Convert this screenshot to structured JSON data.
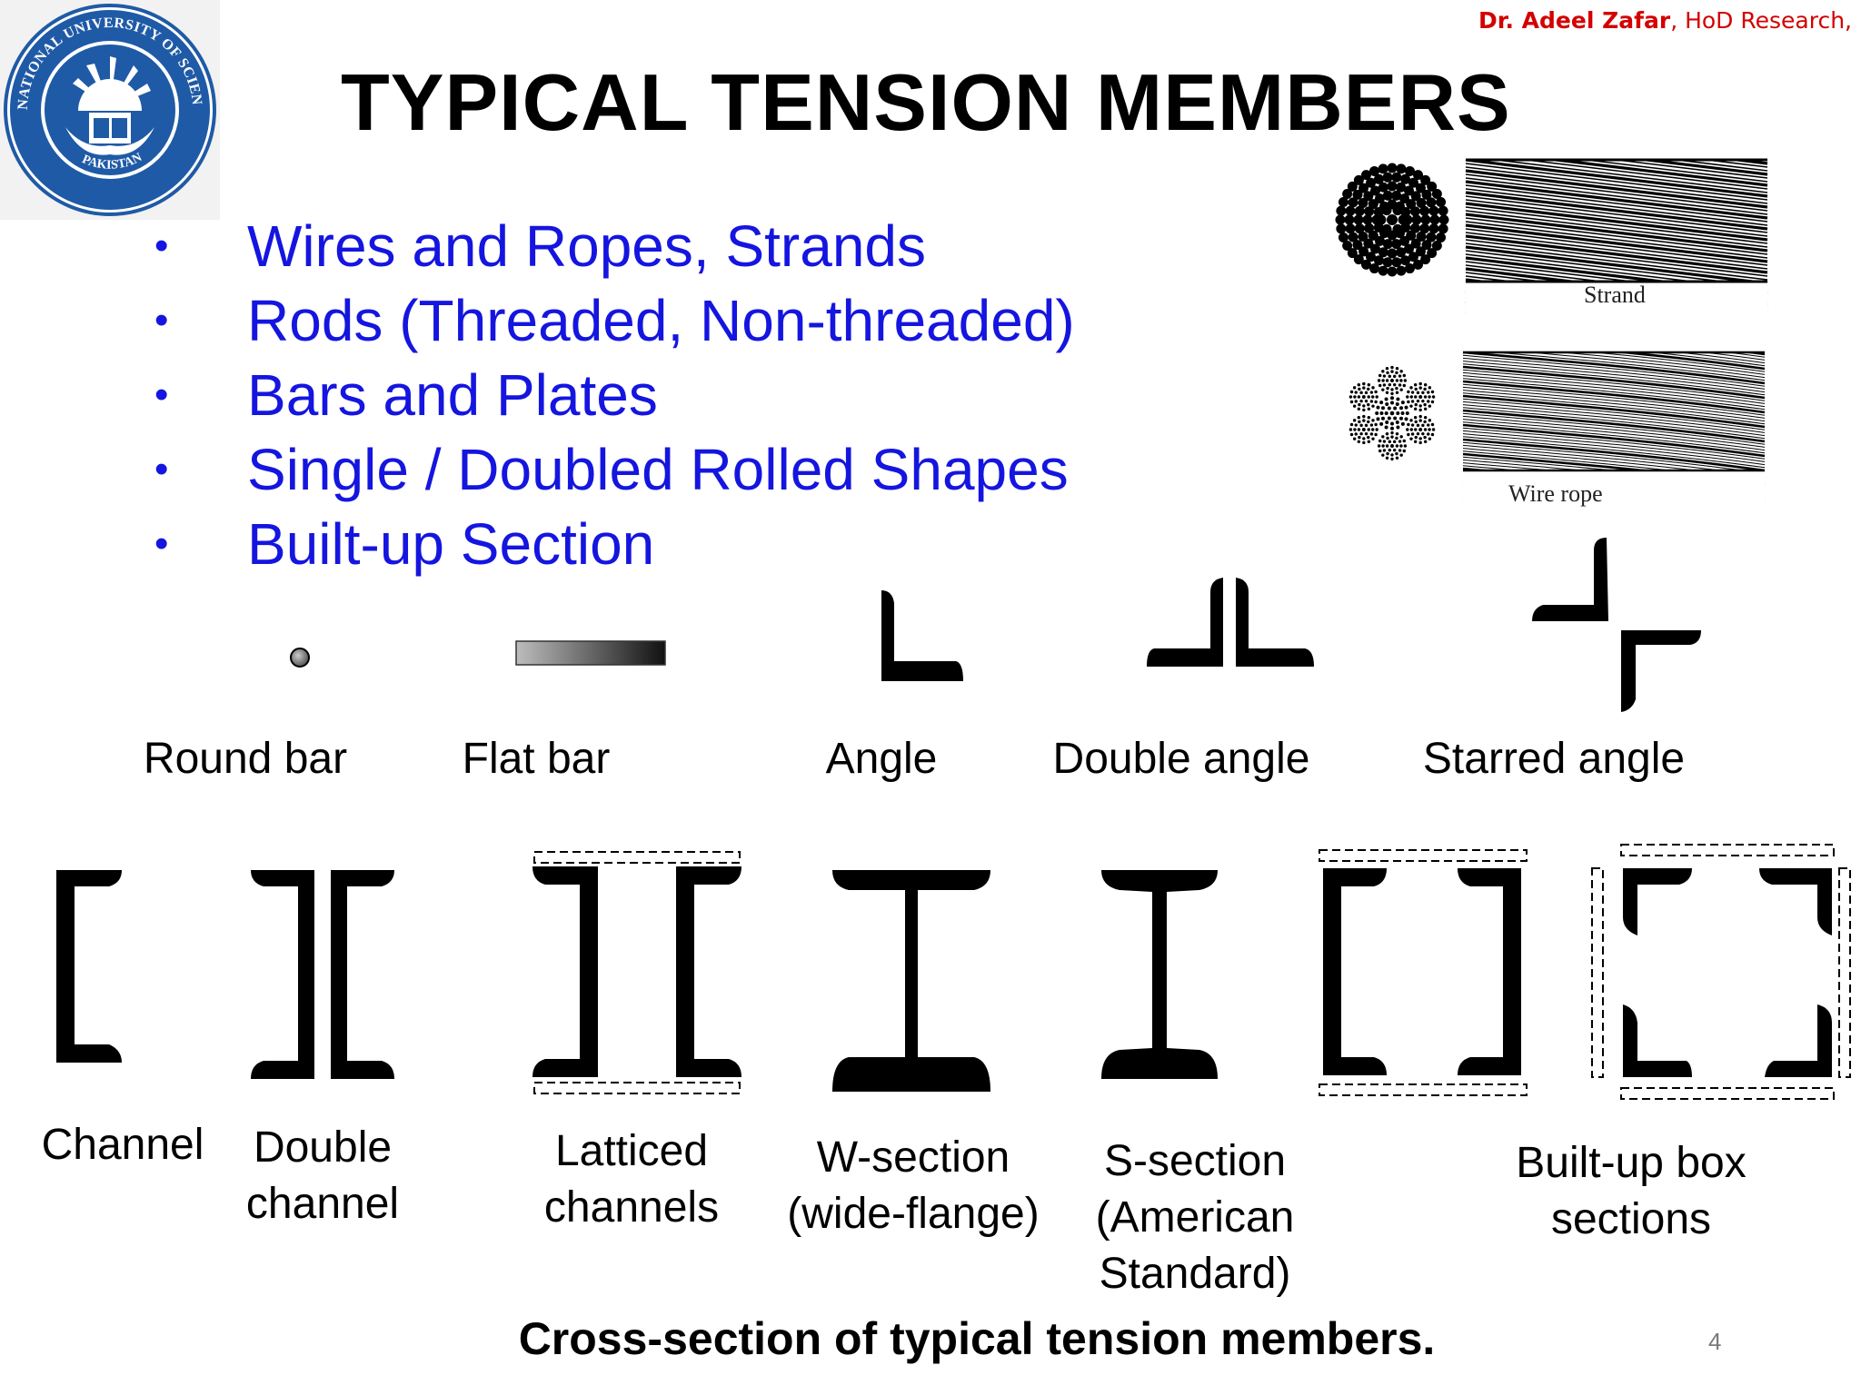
{
  "header": {
    "author_name": "Dr. Adeel Zafar",
    "author_role": ", HoD Research,"
  },
  "logo": {
    "name": "nust-logo-icon",
    "top_text": "NATIONAL UNIVERSITY OF SCIENCES & TECHNOLOGY",
    "bottom_text": "PAKISTAN"
  },
  "title": "TYPICAL TENSION MEMBERS",
  "bullets": [
    "Wires and Ropes, Strands",
    "Rods (Threaded, Non-threaded)",
    "Bars and Plates",
    "Single / Doubled Rolled Shapes",
    "Built-up Section"
  ],
  "strand_label": "Strand",
  "wire_rope_label": "Wire rope",
  "row1_labels": {
    "round_bar": "Round bar",
    "flat_bar": "Flat bar",
    "angle": "Angle",
    "double_angle": "Double angle",
    "starred_angle": "Starred angle"
  },
  "row2_labels": {
    "channel": "Channel",
    "double_channel_1": "Double",
    "double_channel_2": "channel",
    "latticed_1": "Latticed",
    "latticed_2": "channels",
    "w_section_1": "W-section",
    "w_section_2": "(wide-flange)",
    "s_section_1": "S-section",
    "s_section_2": "(American",
    "s_section_3": "Standard)",
    "box_1": "Built-up box",
    "box_2": "sections"
  },
  "caption": "Cross-section of typical tension members.",
  "page_number": "4",
  "colors": {
    "bullet_text": "#1515e0",
    "author": "#d40000",
    "logo_blue": "#1f5aa6"
  }
}
